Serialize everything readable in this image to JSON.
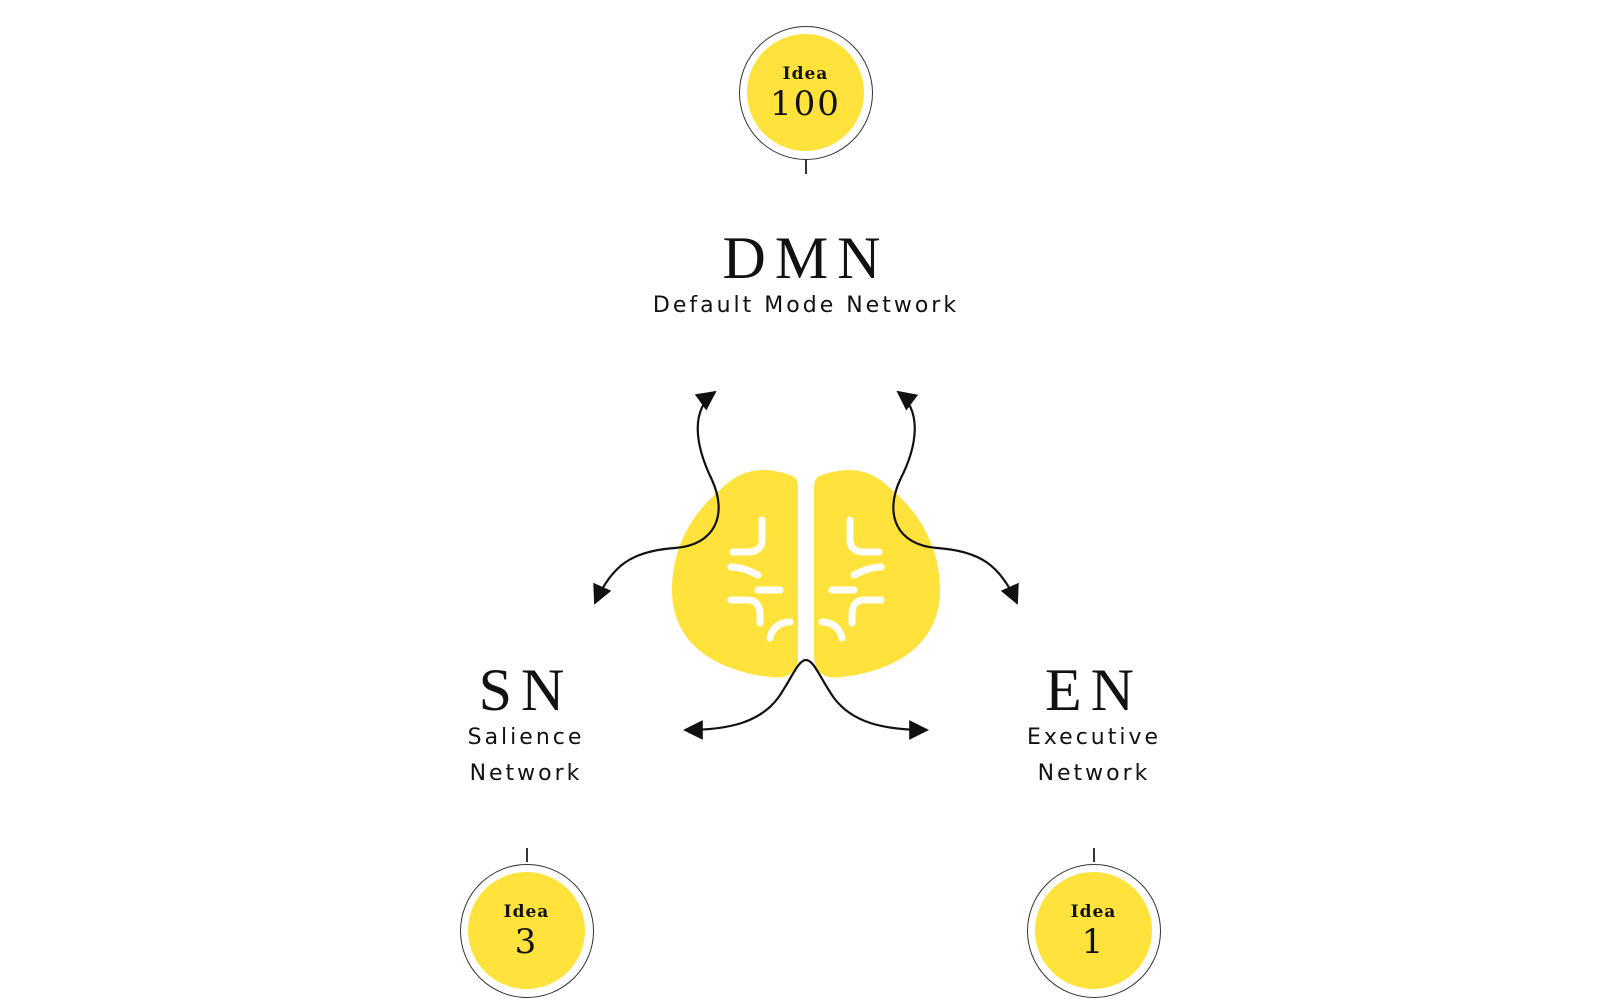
{
  "brand_color": "#FFE23C",
  "ink_color": "#111111",
  "nodes": {
    "dmn": {
      "abbr": "DMN",
      "full": "Default Mode Network"
    },
    "sn": {
      "abbr": "SN",
      "full_line1": "Salience",
      "full_line2": "Network"
    },
    "en": {
      "abbr": "EN",
      "full_line1": "Executive",
      "full_line2": "Network"
    }
  },
  "ideas": {
    "dmn": {
      "label": "Idea",
      "count": "100"
    },
    "sn": {
      "label": "Idea",
      "count": "3"
    },
    "en": {
      "label": "Idea",
      "count": "1"
    }
  },
  "icons": [
    "brain-icon",
    "arrow-icon"
  ]
}
